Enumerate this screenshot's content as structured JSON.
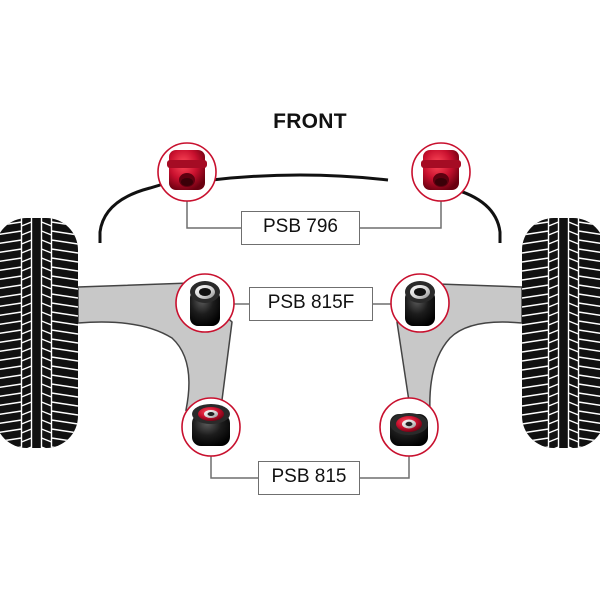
{
  "diagram": {
    "front_label": "FRONT",
    "parts": [
      {
        "code": "PSB 796",
        "position": "anti-roll bar mounts (front)",
        "color": "#c8102e"
      },
      {
        "code": "PSB 815F",
        "position": "lower arm front bushes",
        "color": "#1a1a1a"
      },
      {
        "code": "PSB 815",
        "position": "lower arm rear bushes",
        "color": "#c8102e"
      }
    ],
    "colors": {
      "bush_red": "#c8102e",
      "bush_black": "#1a1a1a",
      "arm_grey": "#c8c8c8",
      "tyre_black": "#111111",
      "callout_ring": "#c8102e"
    }
  }
}
